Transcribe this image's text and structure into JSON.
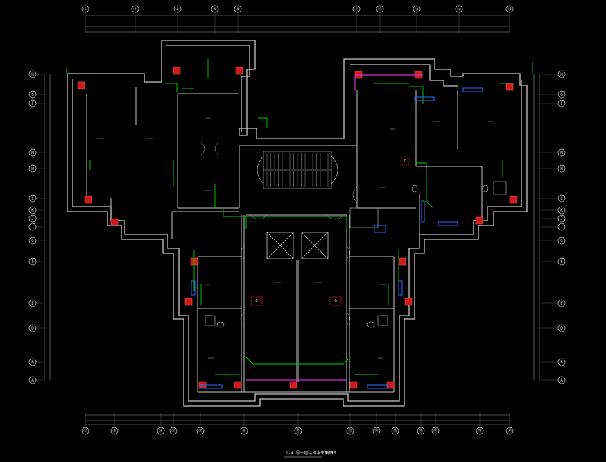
{
  "drawing": {
    "title": "1-4 号一层给排水平面图",
    "scale": "1:50",
    "colors": {
      "background": "#000000",
      "wall": "#c8c8c8",
      "dimension": "#9a9a9a",
      "pipe_supply": "#00d000",
      "pipe_drain": "#cc33cc",
      "equipment": "#2a6cff",
      "column": "#d01a1a",
      "text": "#d8d8d8"
    }
  },
  "grid_axes": {
    "top": [
      "①",
      "②",
      "④",
      "⑤",
      "⑨",
      "⑪",
      "⑬",
      "⑮",
      "⑰",
      "⑲"
    ],
    "bottom": [
      "①",
      "②",
      "④",
      "⑤",
      "⑦",
      "⑨",
      "⑪",
      "⑬",
      "⑭",
      "⑮",
      "⑯",
      "⑰",
      "⑲",
      "㉑"
    ],
    "left": [
      "H",
      "G",
      "F",
      "M",
      "H",
      "L",
      "K",
      "J",
      "J",
      "G",
      "F",
      "E",
      "D",
      "B",
      "A"
    ],
    "right": [
      "H",
      "G",
      "F",
      "M",
      "H",
      "L",
      "K",
      "J",
      "J",
      "G",
      "F",
      "E",
      "D",
      "B",
      "A"
    ]
  },
  "room_tags": [
    "0",
    "0",
    "C"
  ]
}
